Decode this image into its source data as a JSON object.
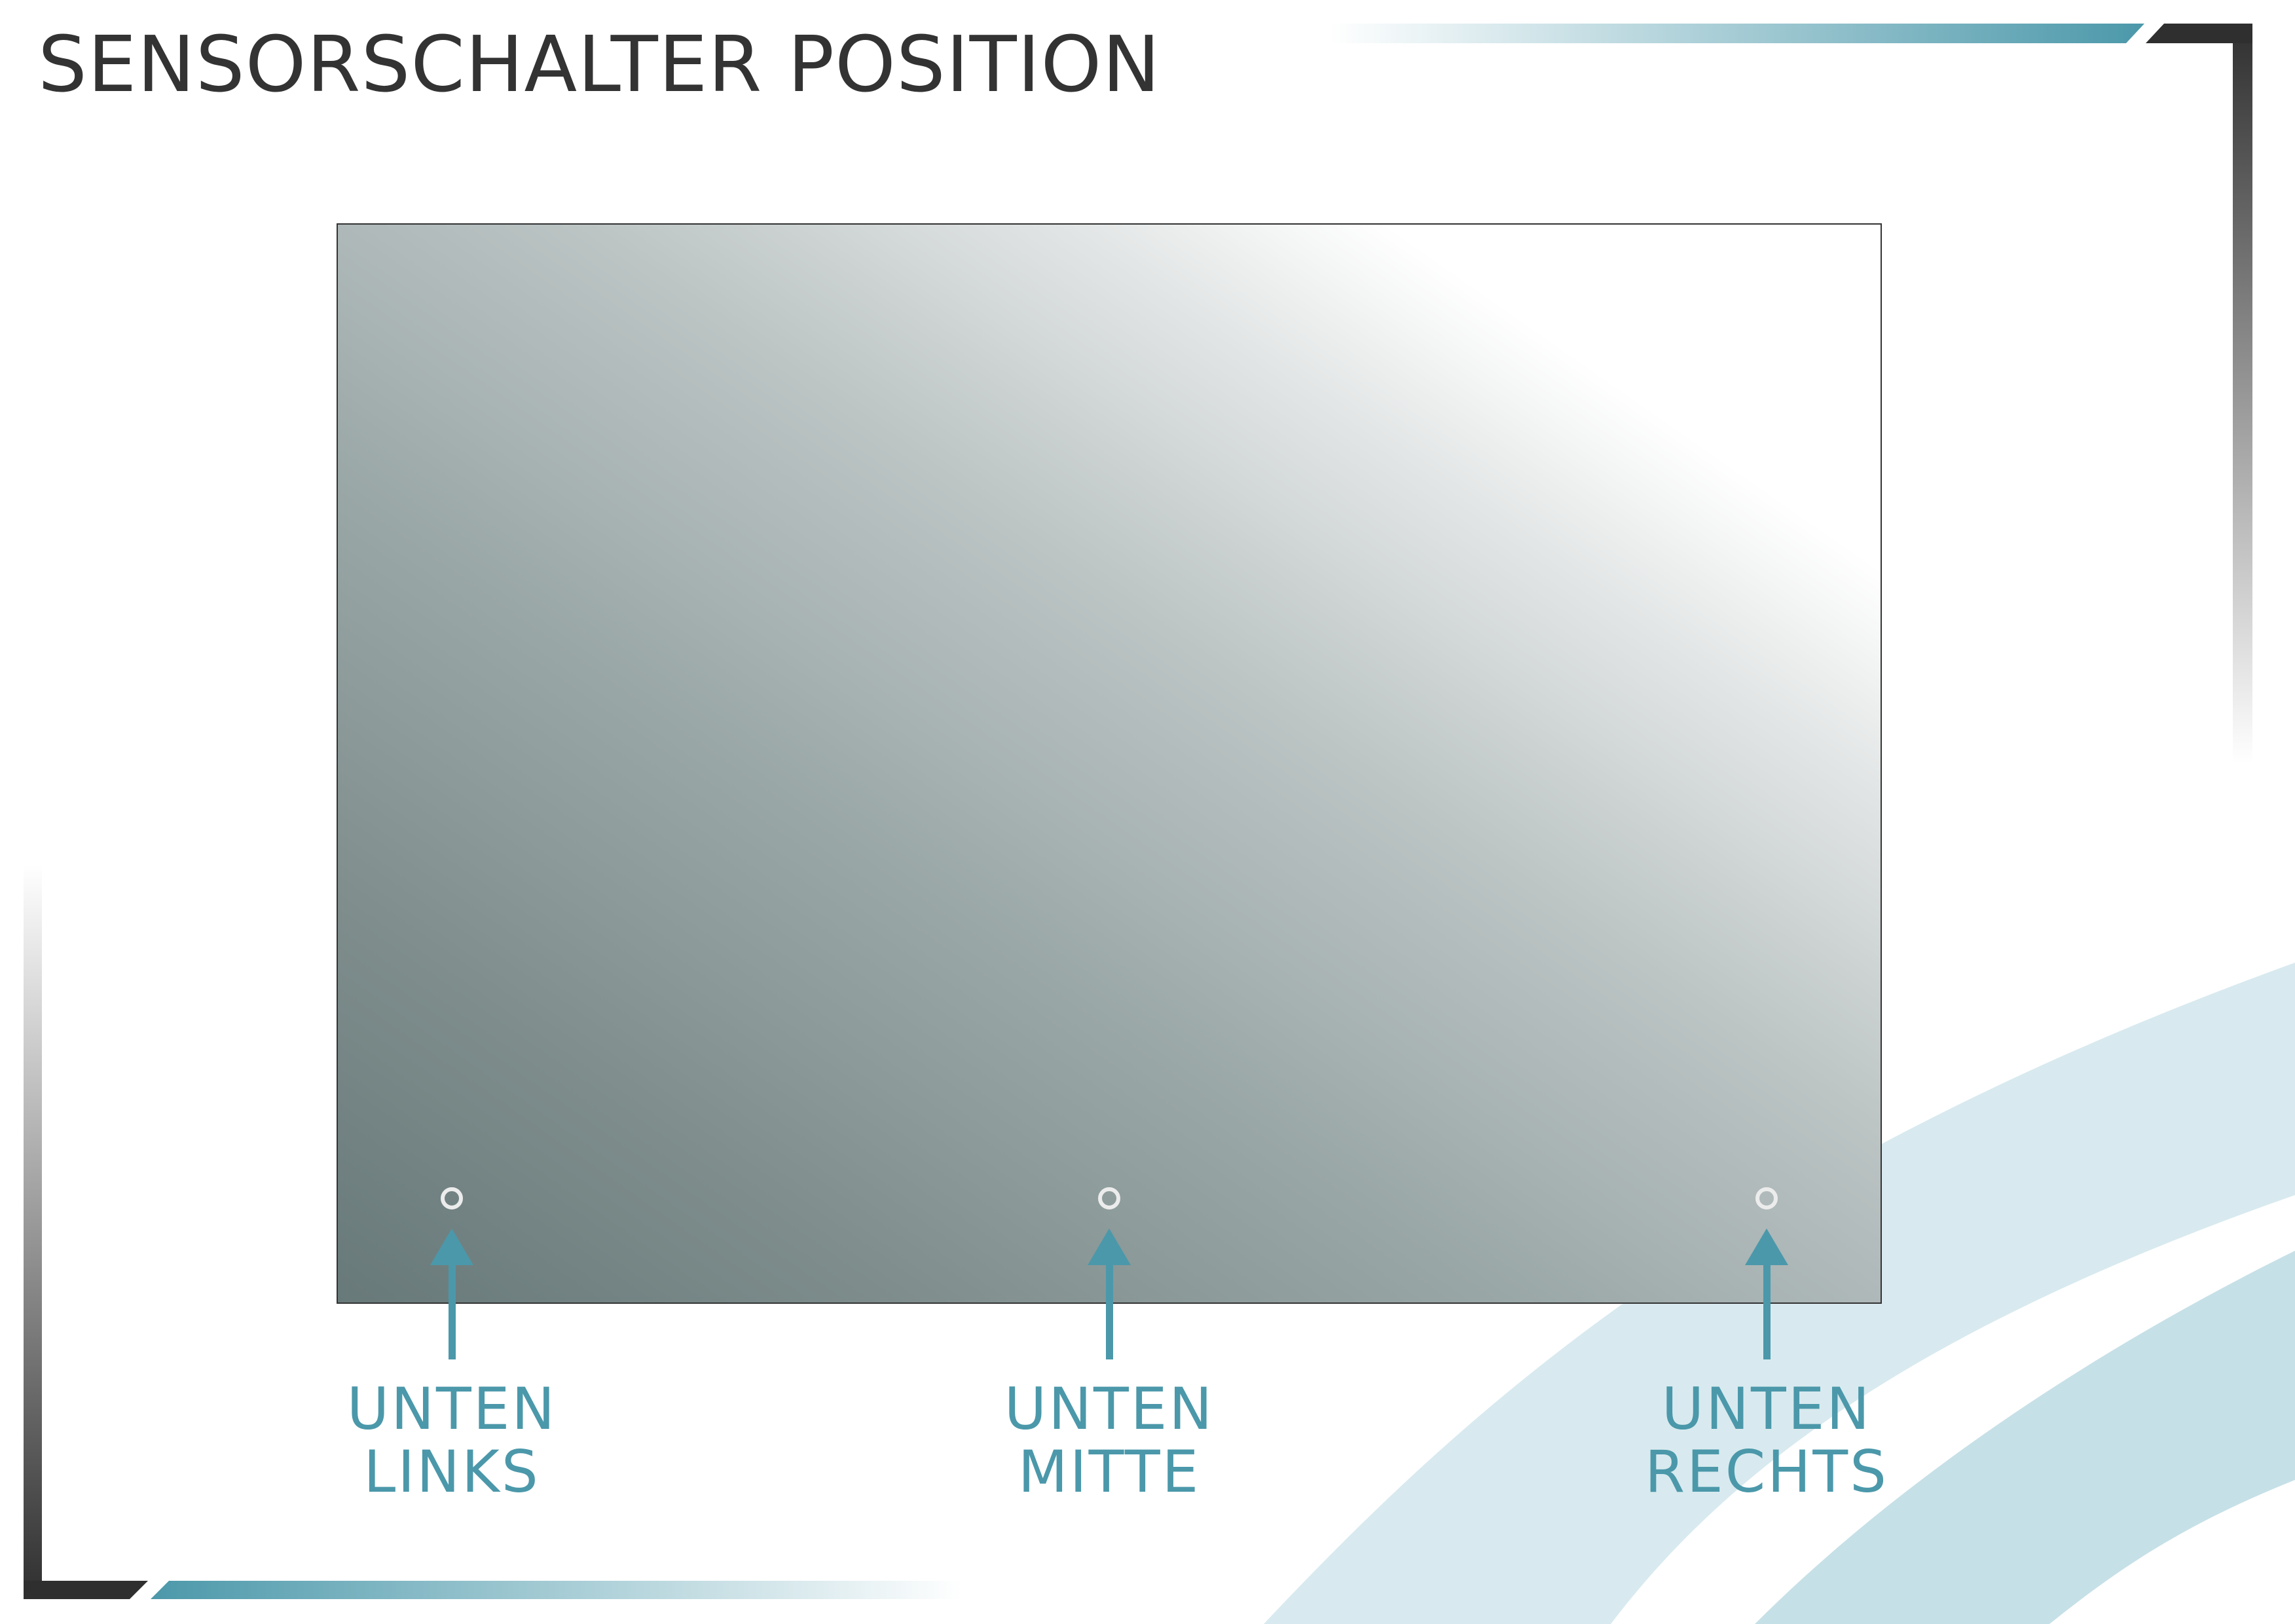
{
  "title": "SENSORSCHALTER POSITION",
  "colors": {
    "accent": "#4b98aa",
    "frame": "#2f2f2f",
    "wave_light": "#d8eaef",
    "wave_mid": "#c6e0e7"
  },
  "positions": [
    {
      "line1": "UNTEN",
      "line2": "LINKS"
    },
    {
      "line1": "UNTEN",
      "line2": "MITTE"
    },
    {
      "line1": "UNTEN",
      "line2": "RECHTS"
    }
  ]
}
